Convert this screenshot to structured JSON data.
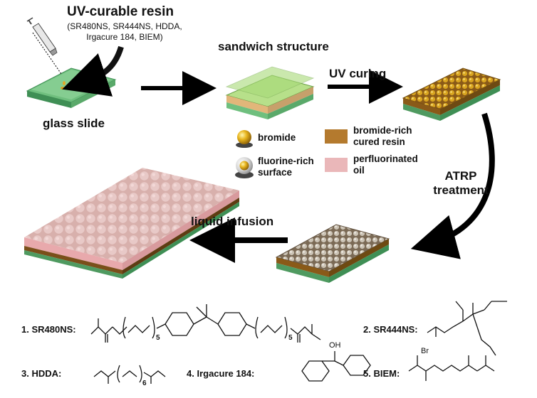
{
  "resin": {
    "title": "UV-curable resin",
    "components_line1": "(SR480NS, SR444NS, HDDA,",
    "components_line2": "Irgacure 184, BIEM)"
  },
  "steps": {
    "glass_slide": "glass slide",
    "sandwich": "sandwich structure",
    "uv_curing": "UV curing",
    "atrp_line1": "ATRP",
    "atrp_line2": "treatment",
    "liquid_infusion": "liquid infusion"
  },
  "legend": {
    "bromide": "bromide",
    "fluorine_line1": "fluorine-rich",
    "fluorine_line2": "surface",
    "cured_line1": "bromide-rich",
    "cured_line2": "cured resin",
    "oil_line1": "perfluorinated",
    "oil_line2": "oil"
  },
  "chemicals": {
    "c1": "1. SR480NS:",
    "c2": "2. SR444NS:",
    "c3": "3. HDDA:",
    "c4": "4. Irgacure 184:",
    "c5": "5. BIEM:",
    "sub5": "5",
    "sub6": "6",
    "oh": "OH",
    "br": "Br"
  },
  "colors": {
    "glass": "#7ec98a",
    "glass_dark": "#3f8f55",
    "resin_green": "#a7d36a",
    "cured": "#b47a2e",
    "dome_gold": "#d9a520",
    "dome_silver": "#c9c2b6",
    "oil": "#eab7b9",
    "oil_dark": "#d89a9d"
  }
}
